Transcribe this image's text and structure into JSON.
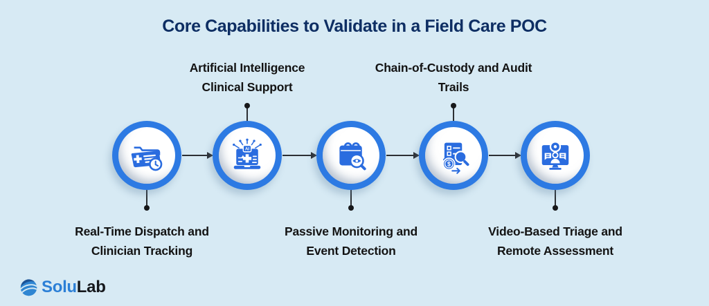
{
  "title": "Core Capabilities to Validate in a Field Care POC",
  "steps": [
    {
      "icon": "folder-clock-icon",
      "label_position": "bottom",
      "line1": "Real-Time Dispatch and",
      "line2": "Clinician Tracking"
    },
    {
      "icon": "ai-laptop-icon",
      "label_position": "top",
      "line1": "Artificial Intelligence",
      "line2": "Clinical Support"
    },
    {
      "icon": "calendar-search-icon",
      "label_position": "bottom",
      "line1": "Passive Monitoring and",
      "line2": "Event Detection"
    },
    {
      "icon": "audit-search-icon",
      "label_position": "top",
      "line1": "Chain-of-Custody and Audit",
      "line2": "Trails"
    },
    {
      "icon": "video-triage-icon",
      "label_position": "bottom",
      "line1": "Video-Based Triage and",
      "line2": "Remote Assessment"
    }
  ],
  "logo": {
    "mark": "solulab-sphere-icon",
    "brand_primary": "Solu",
    "brand_secondary": "Lab"
  },
  "colors": {
    "background": "#d7eaf4",
    "title": "#0e2e63",
    "label": "#131313",
    "ring": "#2d7ae3",
    "icon": "#2a6cdf",
    "connector": "#2c2f33",
    "logo_blue": "#2b7fd6",
    "logo_dark": "#15181c"
  }
}
